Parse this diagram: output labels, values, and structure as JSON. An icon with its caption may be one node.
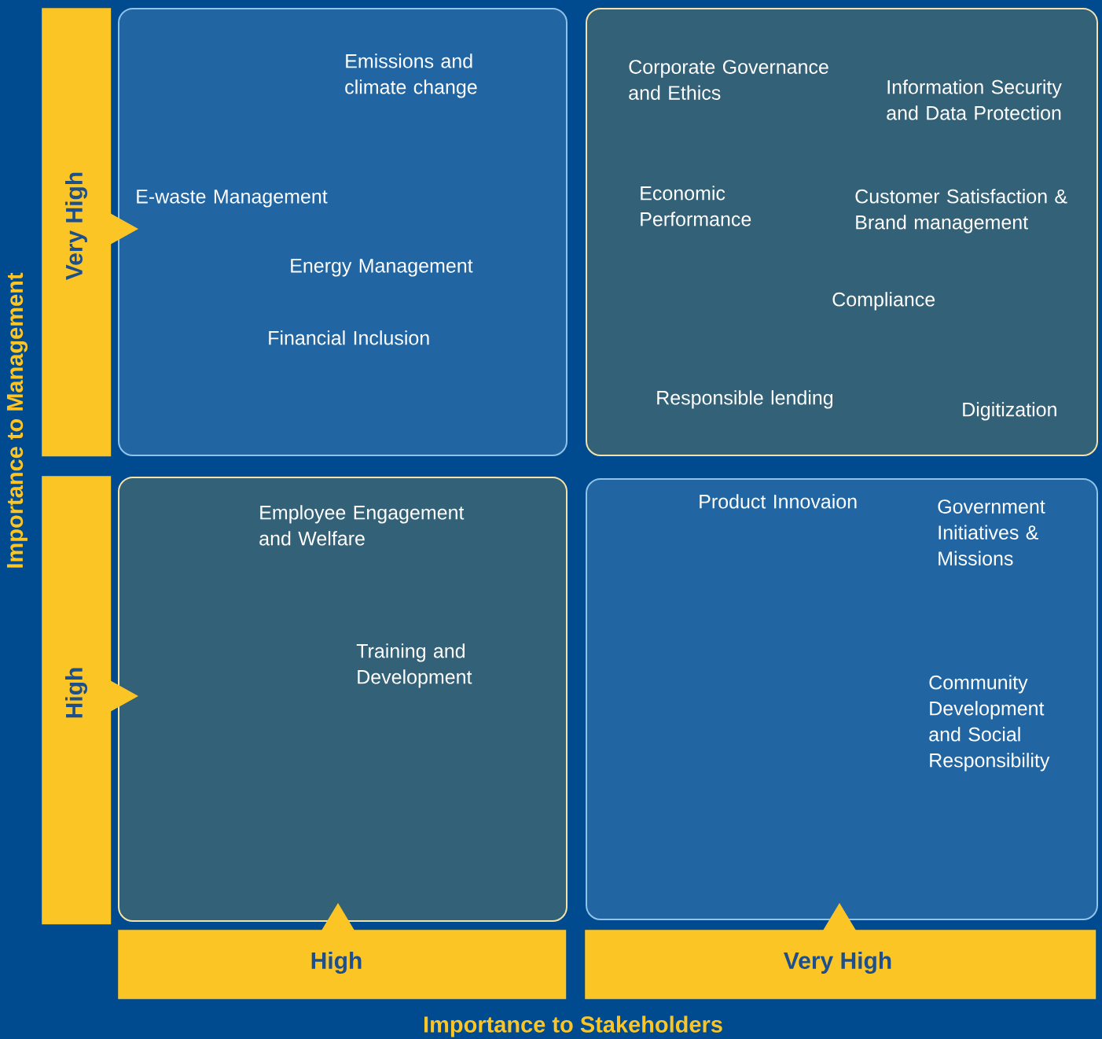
{
  "diagram": {
    "nodes": [
      {
        "text": [
          "Emissions and climate change",
          "E-waste Management",
          "Energy Management",
          "Financial Inclusion"
        ]
      },
      {
        "text": [
          "Corporate Governance and Ethics",
          "Information Security and Data Protection",
          "Economic Performance",
          "Customer Satisfaction & Brand management",
          "Compliance",
          "Responsible lending",
          "Digitization"
        ]
      },
      {
        "text": [
          "Employee Engagement and Welfare",
          "Training and Development"
        ]
      },
      {
        "text": [
          "Product Innovaion",
          "Government Initiatives & Missions",
          "Community Development and Social Responsibility"
        ]
      },
      {
        "text": [
          "Very High"
        ]
      },
      {
        "text": [
          "High"
        ]
      },
      {
        "text": [
          "High"
        ]
      },
      {
        "text": [
          "Very High"
        ]
      }
    ],
    "labels": [
      "Importance to Management",
      "Importance to Stakeholders"
    ]
  }
}
